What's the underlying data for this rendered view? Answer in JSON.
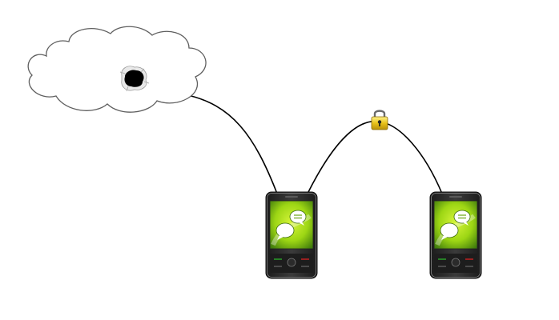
{
  "diagram": {
    "nodes": [
      {
        "id": "cloud",
        "kind": "cloud",
        "feature": "hole-icon"
      },
      {
        "id": "phone-left",
        "kind": "smartphone",
        "screen_icon": "chat-bubble-icon"
      },
      {
        "id": "phone-right",
        "kind": "smartphone",
        "screen_icon": "chat-bubble-icon"
      }
    ],
    "connections": [
      {
        "from": "cloud",
        "to": "phone-left",
        "style": "plain"
      },
      {
        "from": "phone-left",
        "to": "phone-right",
        "style": "secured",
        "badge_icon": "padlock-icon"
      }
    ],
    "colors": {
      "line": "#000000",
      "cloud_fill": "#ffffff",
      "cloud_stroke": "#5f5f5f",
      "phone_screen_light": "#b8e81a",
      "phone_screen_dark": "#4f8c10",
      "phone_body": "#2a2a2a",
      "lock_gold": "#e6c21a"
    }
  }
}
